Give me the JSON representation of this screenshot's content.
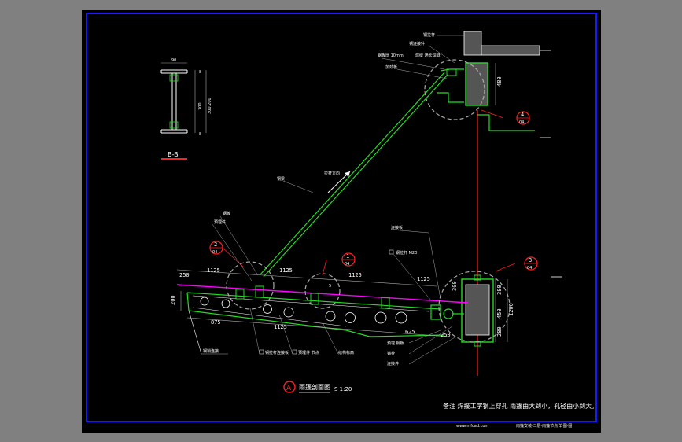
{
  "drawing": {
    "colors": {
      "background": "#000000",
      "outer": "#808080",
      "frame": "#1a1aff",
      "green": "#22dd22",
      "magenta": "#ff00ff",
      "red": "#ff2020",
      "white": "#ffffff",
      "gray": "#aaaaaa"
    },
    "section_bb": {
      "title": "B-B",
      "dims_top": "90",
      "dims_right": [
        "8",
        "300",
        "8"
      ],
      "dims_side": "300.200"
    },
    "title_block": {
      "circle_label": "A",
      "title": "雨篷剖面图",
      "scale": "S 1:20"
    },
    "note": "备注  焊接工字钢上穿孔  雨篷由大到小，孔径由小到大。",
    "footer": {
      "url": "www.mfcad.com",
      "file": "雨篷安装·二层·雨篷节点详·图·图"
    },
    "detail_callouts": [
      {
        "num": "4",
        "ref": "04"
      },
      {
        "num": "2",
        "ref": "04"
      },
      {
        "num": "1",
        "ref": "04"
      },
      {
        "num": "3",
        "ref": "04"
      }
    ],
    "dimensions": {
      "top": [
        "250",
        "1125",
        "1125",
        "1125",
        "1125"
      ],
      "bottom": [
        "875",
        "1125",
        "625",
        "250"
      ],
      "left": "200",
      "right_small": [
        "480",
        "300"
      ],
      "right_group": [
        "380",
        "450",
        "280",
        "1200"
      ],
      "beam_count": "5"
    },
    "annotations": {
      "a1": "钢拉杆",
      "a2": "钢连接件",
      "a3": "钢板厚 10mm",
      "a4": "焊缝 通长焊缝",
      "a5": "加劲板",
      "a6": "拉杆方向",
      "a7": "钢梁",
      "a8": "钢板",
      "a9": "预埋件",
      "a10": "连接板",
      "a11": "钢拉杆 M20",
      "a12": "钢销连接",
      "a13": "钢拉杆连接板",
      "a14": "预埋件 节点",
      "a15": "结构标高",
      "a16": "预埋 钢板",
      "a17": "锚栓",
      "a18": "连接件"
    }
  }
}
